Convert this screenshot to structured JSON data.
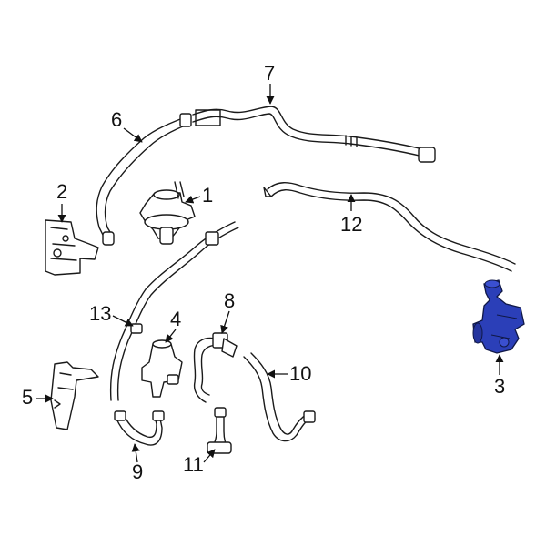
{
  "diagram": {
    "highlight_color": "#2b3fb8",
    "callouts": [
      {
        "id": "1",
        "label": "1"
      },
      {
        "id": "2",
        "label": "2"
      },
      {
        "id": "3",
        "label": "3"
      },
      {
        "id": "4",
        "label": "4"
      },
      {
        "id": "5",
        "label": "5"
      },
      {
        "id": "6",
        "label": "6"
      },
      {
        "id": "7",
        "label": "7"
      },
      {
        "id": "8",
        "label": "8"
      },
      {
        "id": "9",
        "label": "9"
      },
      {
        "id": "10",
        "label": "10"
      },
      {
        "id": "11",
        "label": "11"
      },
      {
        "id": "12",
        "label": "12"
      },
      {
        "id": "13",
        "label": "13"
      }
    ]
  }
}
